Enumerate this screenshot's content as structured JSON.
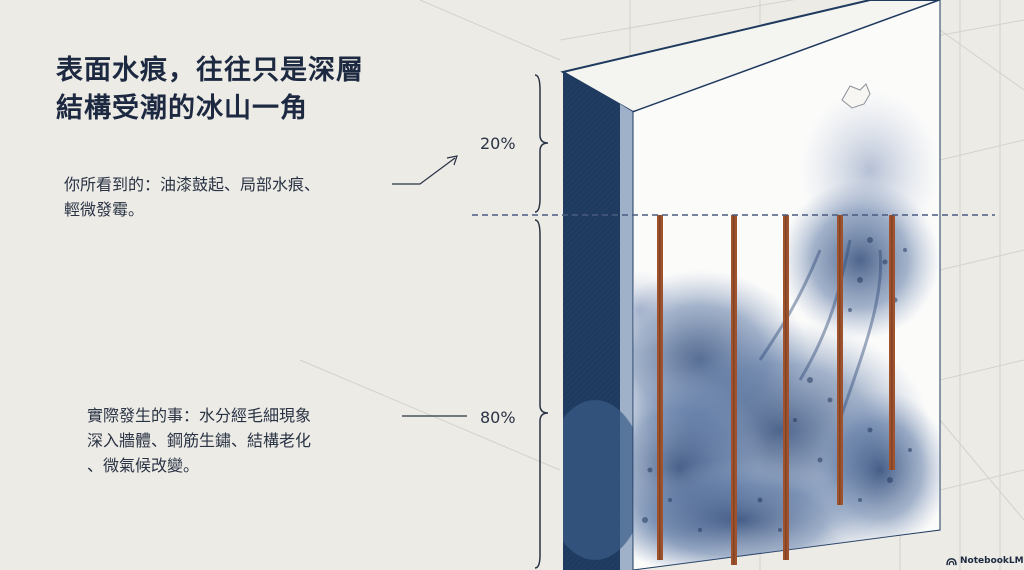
{
  "title": {
    "line1": "表面水痕，往往只是深層",
    "line2": "結構受潮的冰山一角"
  },
  "visible": {
    "line1": "你所看到的：油漆鼓起、局部水痕、",
    "line2": "輕微發霉。"
  },
  "hidden": {
    "line1": "實際發生的事：水分經毛細現象",
    "line2": "深入牆體、鋼筋生鏽、結構老化",
    "line3": "、微氣候改變。"
  },
  "percent_top": "20%",
  "percent_bottom": "80%",
  "brand": "NotebookLM",
  "colors": {
    "background": "#ecebe6",
    "wall_edge": "#1f3a5f",
    "water_stain": "#3e5a86",
    "rebar": "#a0522d",
    "text": "#1f2a3d"
  },
  "icons": [
    "notebooklm-logo-icon"
  ]
}
